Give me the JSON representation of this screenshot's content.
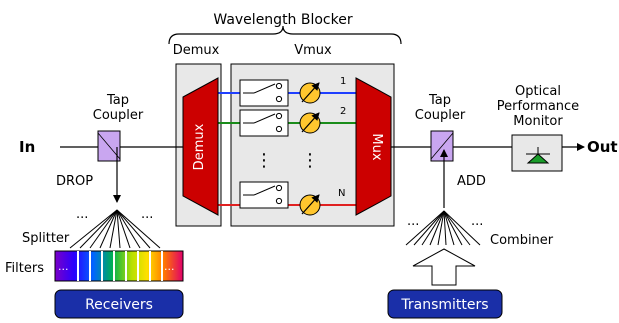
{
  "title": "Wavelength Blocker",
  "labels": {
    "demux_group": "Demux",
    "vmux_group": "Vmux",
    "tap_left": [
      "Tap",
      "Coupler"
    ],
    "tap_right": [
      "Tap",
      "Coupler"
    ],
    "opm": [
      "Optical",
      "Performance",
      "Monitor"
    ],
    "in": "In",
    "out": "Out",
    "drop": "DROP",
    "add": "ADD",
    "splitter": "Splitter",
    "combiner": "Combiner",
    "filters": "Filters",
    "demux_trap": "Demux",
    "mux_trap": "Mux",
    "ch1": "1",
    "ch2": "2",
    "chN": "N",
    "ellipsis_left": "...",
    "ellipsis_right": "...",
    "filter_dots_left": "...",
    "filter_dots_right": "...",
    "vdots": "⋮"
  },
  "buttons": {
    "receivers": "Receivers",
    "transmitters": "Transmitters"
  },
  "colors": {
    "channel1": "#1f3fff",
    "channel2": "#1a8c1a",
    "channelN": "#e02020",
    "demux_mux": "#cc0000",
    "tap": "#c9a6f0",
    "button": "#1a2fa8",
    "attenuator": "#ffc62e",
    "opm_triangle": "#1a9c2a"
  },
  "icons": [
    "switch-icon",
    "variable-attenuator-icon",
    "photodiode-icon",
    "arrow-icon"
  ]
}
